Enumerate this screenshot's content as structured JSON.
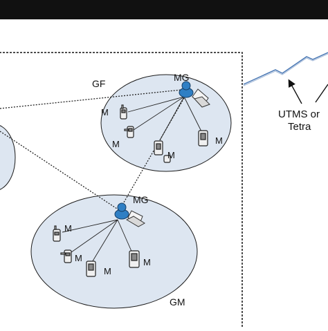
{
  "diagram": {
    "groups": [
      {
        "id": "gf",
        "label": "GF",
        "gateway_label": "MG",
        "member_label": "M"
      },
      {
        "id": "gm",
        "label": "GM",
        "gateway_label": "MG",
        "member_label": "M"
      }
    ],
    "uplink": {
      "label_line1": "UTMS or",
      "label_line2": "Tetra"
    },
    "icons": {
      "gateway": "user-with-laptop-icon",
      "mobile": "handheld-radio-icon",
      "uplink": "lightning-bolt-link-icon"
    },
    "colors": {
      "background": "#ffffff",
      "top_frame": "#111111",
      "cluster_fill": "#dde6f1",
      "cluster_stroke": "#1a1a1a",
      "user_icon": "#2f7fc4",
      "link_line": "#222222",
      "uplink_line": "#4a78b4"
    }
  }
}
